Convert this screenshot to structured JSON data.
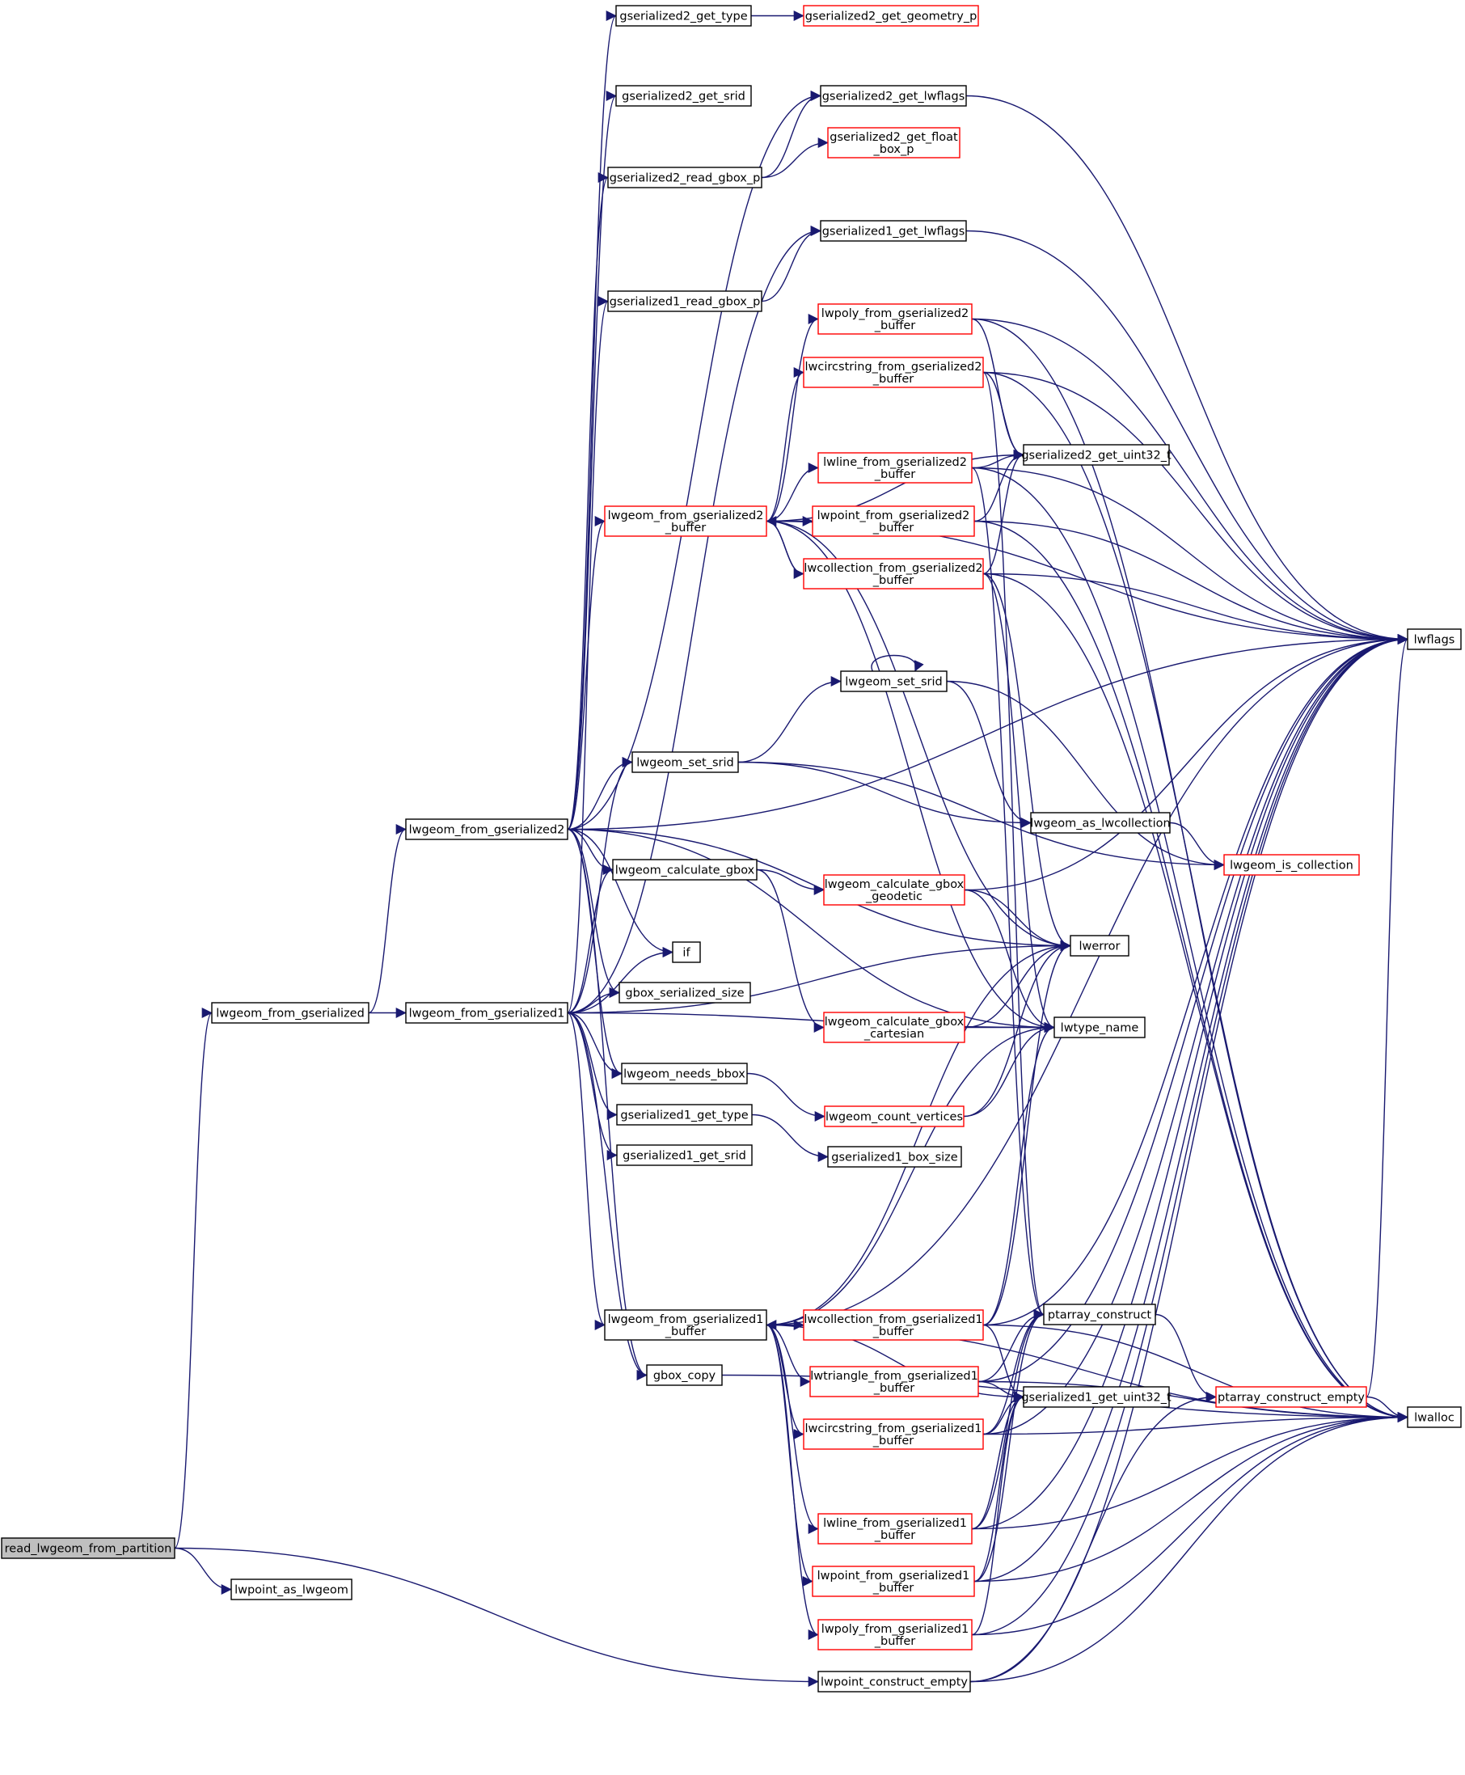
{
  "diagram": {
    "title": "",
    "colors": {
      "edge": "#191970",
      "node_border_plain": "#000000",
      "node_border_truncated": "#ff0000",
      "root_fill": "#bfbfbf",
      "node_fill": "#ffffff"
    },
    "nodes": [
      {
        "id": "read_lwgeom_from_partition",
        "lines": [
          "read_lwgeom_from_partition"
        ],
        "style": "root"
      },
      {
        "id": "lwgeom_from_gserialized",
        "lines": [
          "lwgeom_from_gserialized"
        ],
        "style": "plain"
      },
      {
        "id": "lwpoint_as_lwgeom",
        "lines": [
          "lwpoint_as_lwgeom"
        ],
        "style": "plain"
      },
      {
        "id": "lwpoint_construct_empty",
        "lines": [
          "lwpoint_construct_empty"
        ],
        "style": "plain"
      },
      {
        "id": "lwgeom_from_gserialized2",
        "lines": [
          "lwgeom_from_gserialized2"
        ],
        "style": "plain"
      },
      {
        "id": "lwgeom_from_gserialized1",
        "lines": [
          "lwgeom_from_gserialized1"
        ],
        "style": "plain"
      },
      {
        "id": "gserialized2_get_type",
        "lines": [
          "gserialized2_get_type"
        ],
        "style": "plain"
      },
      {
        "id": "gserialized2_get_srid",
        "lines": [
          "gserialized2_get_srid"
        ],
        "style": "plain"
      },
      {
        "id": "gserialized2_read_gbox_p",
        "lines": [
          "gserialized2_read_gbox_p"
        ],
        "style": "plain"
      },
      {
        "id": "gserialized1_read_gbox_p",
        "lines": [
          "gserialized1_read_gbox_p"
        ],
        "style": "plain"
      },
      {
        "id": "lwgeom_from_gserialized2_buffer",
        "lines": [
          "lwgeom_from_gserialized2",
          "_buffer"
        ],
        "style": "truncated"
      },
      {
        "id": "lwgeom_set_srid_a",
        "lines": [
          "lwgeom_set_srid"
        ],
        "style": "plain"
      },
      {
        "id": "lwgeom_calculate_gbox",
        "lines": [
          "lwgeom_calculate_gbox"
        ],
        "style": "plain"
      },
      {
        "id": "if",
        "lines": [
          "if"
        ],
        "style": "plain"
      },
      {
        "id": "gbox_serialized_size",
        "lines": [
          "gbox_serialized_size"
        ],
        "style": "plain"
      },
      {
        "id": "lwgeom_needs_bbox",
        "lines": [
          "lwgeom_needs_bbox"
        ],
        "style": "plain"
      },
      {
        "id": "gserialized1_get_type",
        "lines": [
          "gserialized1_get_type"
        ],
        "style": "plain"
      },
      {
        "id": "gserialized1_get_srid",
        "lines": [
          "gserialized1_get_srid"
        ],
        "style": "plain"
      },
      {
        "id": "lwgeom_from_gserialized1_buffer",
        "lines": [
          "lwgeom_from_gserialized1",
          "_buffer"
        ],
        "style": "plain"
      },
      {
        "id": "gbox_copy",
        "lines": [
          "gbox_copy"
        ],
        "style": "plain"
      },
      {
        "id": "gserialized2_get_geometry_p",
        "lines": [
          "gserialized2_get_geometry_p"
        ],
        "style": "truncated"
      },
      {
        "id": "gserialized2_get_lwflags",
        "lines": [
          "gserialized2_get_lwflags"
        ],
        "style": "plain"
      },
      {
        "id": "gserialized2_get_float_box_p",
        "lines": [
          "gserialized2_get_float",
          "_box_p"
        ],
        "style": "truncated"
      },
      {
        "id": "gserialized1_get_lwflags",
        "lines": [
          "gserialized1_get_lwflags"
        ],
        "style": "plain"
      },
      {
        "id": "lwpoly_from_gserialized2_buffer",
        "lines": [
          "lwpoly_from_gserialized2",
          "_buffer"
        ],
        "style": "truncated"
      },
      {
        "id": "lwcircstring_from_gserialized2_buffer",
        "lines": [
          "lwcircstring_from_gserialized2",
          "_buffer"
        ],
        "style": "truncated"
      },
      {
        "id": "lwline_from_gserialized2_buffer",
        "lines": [
          "lwline_from_gserialized2",
          "_buffer"
        ],
        "style": "truncated"
      },
      {
        "id": "lwpoint_from_gserialized2_buffer",
        "lines": [
          "lwpoint_from_gserialized2",
          "_buffer"
        ],
        "style": "truncated"
      },
      {
        "id": "lwcollection_from_gserialized2_buffer",
        "lines": [
          "lwcollection_from_gserialized2",
          "_buffer"
        ],
        "style": "truncated"
      },
      {
        "id": "lwgeom_set_srid_b",
        "lines": [
          "lwgeom_set_srid"
        ],
        "style": "plain"
      },
      {
        "id": "lwgeom_calculate_gbox_geodetic",
        "lines": [
          "lwgeom_calculate_gbox",
          "_geodetic"
        ],
        "style": "truncated"
      },
      {
        "id": "lwgeom_calculate_gbox_cartesian",
        "lines": [
          "lwgeom_calculate_gbox",
          "_cartesian"
        ],
        "style": "truncated"
      },
      {
        "id": "lwgeom_count_vertices",
        "lines": [
          "lwgeom_count_vertices"
        ],
        "style": "truncated"
      },
      {
        "id": "gserialized1_box_size",
        "lines": [
          "gserialized1_box_size"
        ],
        "style": "plain"
      },
      {
        "id": "lwcollection_from_gserialized1_buffer",
        "lines": [
          "lwcollection_from_gserialized1",
          "_buffer"
        ],
        "style": "truncated"
      },
      {
        "id": "lwtriangle_from_gserialized1_buffer",
        "lines": [
          "lwtriangle_from_gserialized1",
          "_buffer"
        ],
        "style": "truncated"
      },
      {
        "id": "lwcircstring_from_gserialized1_buffer",
        "lines": [
          "lwcircstring_from_gserialized1",
          "_buffer"
        ],
        "style": "truncated"
      },
      {
        "id": "lwline_from_gserialized1_buffer",
        "lines": [
          "lwline_from_gserialized1",
          "_buffer"
        ],
        "style": "truncated"
      },
      {
        "id": "lwpoint_from_gserialized1_buffer",
        "lines": [
          "lwpoint_from_gserialized1",
          "_buffer"
        ],
        "style": "truncated"
      },
      {
        "id": "lwpoly_from_gserialized1_buffer",
        "lines": [
          "lwpoly_from_gserialized1",
          "_buffer"
        ],
        "style": "truncated"
      },
      {
        "id": "gserialized2_get_uint32_t",
        "lines": [
          "gserialized2_get_uint32_t"
        ],
        "style": "plain"
      },
      {
        "id": "lwgeom_as_lwcollection",
        "lines": [
          "lwgeom_as_lwcollection"
        ],
        "style": "plain"
      },
      {
        "id": "lwerror",
        "lines": [
          "lwerror"
        ],
        "style": "plain"
      },
      {
        "id": "lwtype_name",
        "lines": [
          "lwtype_name"
        ],
        "style": "plain"
      },
      {
        "id": "ptarray_construct",
        "lines": [
          "ptarray_construct"
        ],
        "style": "plain"
      },
      {
        "id": "gserialized1_get_uint32_t",
        "lines": [
          "gserialized1_get_uint32_t"
        ],
        "style": "plain"
      },
      {
        "id": "lwflags",
        "lines": [
          "lwflags"
        ],
        "style": "plain"
      },
      {
        "id": "lwgeom_is_collection",
        "lines": [
          "lwgeom_is_collection"
        ],
        "style": "truncated"
      },
      {
        "id": "ptarray_construct_empty",
        "lines": [
          "ptarray_construct_empty"
        ],
        "style": "truncated"
      },
      {
        "id": "lwalloc",
        "lines": [
          "lwalloc"
        ],
        "style": "plain"
      }
    ],
    "edges": [
      [
        "read_lwgeom_from_partition",
        "lwgeom_from_gserialized"
      ],
      [
        "read_lwgeom_from_partition",
        "lwpoint_as_lwgeom"
      ],
      [
        "read_lwgeom_from_partition",
        "lwpoint_construct_empty"
      ],
      [
        "lwgeom_from_gserialized",
        "lwgeom_from_gserialized2"
      ],
      [
        "lwgeom_from_gserialized",
        "lwgeom_from_gserialized1"
      ],
      [
        "lwgeom_from_gserialized2",
        "gserialized2_get_type"
      ],
      [
        "lwgeom_from_gserialized2",
        "gserialized2_get_srid"
      ],
      [
        "lwgeom_from_gserialized2",
        "gserialized2_get_lwflags"
      ],
      [
        "lwgeom_from_gserialized2",
        "gserialized2_read_gbox_p"
      ],
      [
        "lwgeom_from_gserialized2",
        "lwflags"
      ],
      [
        "lwgeom_from_gserialized2",
        "lwgeom_from_gserialized2_buffer"
      ],
      [
        "lwgeom_from_gserialized2",
        "lwgeom_set_srid_a"
      ],
      [
        "lwgeom_from_gserialized2",
        "lwerror"
      ],
      [
        "lwgeom_from_gserialized2",
        "lwgeom_calculate_gbox"
      ],
      [
        "lwgeom_from_gserialized2",
        "if"
      ],
      [
        "lwgeom_from_gserialized2",
        "gbox_serialized_size"
      ],
      [
        "lwgeom_from_gserialized2",
        "lwgeom_needs_bbox"
      ],
      [
        "lwgeom_from_gserialized2",
        "lwtype_name"
      ],
      [
        "lwgeom_from_gserialized2",
        "gbox_copy"
      ],
      [
        "lwgeom_from_gserialized1",
        "gserialized1_get_lwflags"
      ],
      [
        "lwgeom_from_gserialized1",
        "gserialized1_read_gbox_p"
      ],
      [
        "lwgeom_from_gserialized1",
        "lwgeom_set_srid_a"
      ],
      [
        "lwgeom_from_gserialized1",
        "lwgeom_calculate_gbox"
      ],
      [
        "lwgeom_from_gserialized1",
        "if"
      ],
      [
        "lwgeom_from_gserialized1",
        "gbox_serialized_size"
      ],
      [
        "lwgeom_from_gserialized1",
        "lwgeom_needs_bbox"
      ],
      [
        "lwgeom_from_gserialized1",
        "gserialized1_get_type"
      ],
      [
        "lwgeom_from_gserialized1",
        "gserialized1_get_srid"
      ],
      [
        "lwgeom_from_gserialized1",
        "lwgeom_from_gserialized1_buffer"
      ],
      [
        "lwgeom_from_gserialized1",
        "gbox_copy"
      ],
      [
        "lwgeom_from_gserialized1",
        "lwerror"
      ],
      [
        "lwgeom_from_gserialized1",
        "lwtype_name"
      ],
      [
        "gserialized2_get_type",
        "gserialized2_get_geometry_p"
      ],
      [
        "gserialized2_read_gbox_p",
        "gserialized2_get_lwflags"
      ],
      [
        "gserialized2_read_gbox_p",
        "gserialized2_get_float_box_p"
      ],
      [
        "gserialized1_read_gbox_p",
        "gserialized1_get_lwflags"
      ],
      [
        "gserialized2_get_lwflags",
        "lwflags"
      ],
      [
        "gserialized1_get_lwflags",
        "lwflags"
      ],
      [
        "lwgeom_from_gserialized2_buffer",
        "lwpoly_from_gserialized2_buffer"
      ],
      [
        "lwgeom_from_gserialized2_buffer",
        "lwcircstring_from_gserialized2_buffer"
      ],
      [
        "lwgeom_from_gserialized2_buffer",
        "lwline_from_gserialized2_buffer"
      ],
      [
        "lwgeom_from_gserialized2_buffer",
        "lwpoint_from_gserialized2_buffer"
      ],
      [
        "lwgeom_from_gserialized2_buffer",
        "lwcollection_from_gserialized2_buffer"
      ],
      [
        "lwgeom_from_gserialized2_buffer",
        "gserialized2_get_uint32_t"
      ],
      [
        "lwgeom_from_gserialized2_buffer",
        "lwflags"
      ],
      [
        "lwgeom_from_gserialized2_buffer",
        "lwerror"
      ],
      [
        "lwgeom_from_gserialized2_buffer",
        "lwtype_name"
      ],
      [
        "lwpoly_from_gserialized2_buffer",
        "gserialized2_get_uint32_t"
      ],
      [
        "lwpoly_from_gserialized2_buffer",
        "lwflags"
      ],
      [
        "lwpoly_from_gserialized2_buffer",
        "lwalloc"
      ],
      [
        "lwcircstring_from_gserialized2_buffer",
        "gserialized2_get_uint32_t"
      ],
      [
        "lwcircstring_from_gserialized2_buffer",
        "lwflags"
      ],
      [
        "lwcircstring_from_gserialized2_buffer",
        "ptarray_construct"
      ],
      [
        "lwcircstring_from_gserialized2_buffer",
        "lwalloc"
      ],
      [
        "lwline_from_gserialized2_buffer",
        "gserialized2_get_uint32_t"
      ],
      [
        "lwline_from_gserialized2_buffer",
        "lwflags"
      ],
      [
        "lwline_from_gserialized2_buffer",
        "ptarray_construct"
      ],
      [
        "lwline_from_gserialized2_buffer",
        "lwalloc"
      ],
      [
        "lwpoint_from_gserialized2_buffer",
        "gserialized2_get_uint32_t"
      ],
      [
        "lwpoint_from_gserialized2_buffer",
        "lwflags"
      ],
      [
        "lwpoint_from_gserialized2_buffer",
        "lwalloc"
      ],
      [
        "lwcollection_from_gserialized2_buffer",
        "lwgeom_from_gserialized2_buffer"
      ],
      [
        "lwcollection_from_gserialized2_buffer",
        "gserialized2_get_uint32_t"
      ],
      [
        "lwcollection_from_gserialized2_buffer",
        "lwflags"
      ],
      [
        "lwcollection_from_gserialized2_buffer",
        "lwerror"
      ],
      [
        "lwcollection_from_gserialized2_buffer",
        "lwtype_name"
      ],
      [
        "lwcollection_from_gserialized2_buffer",
        "lwalloc"
      ],
      [
        "lwgeom_set_srid_a",
        "lwgeom_set_srid_b"
      ],
      [
        "lwgeom_set_srid_a",
        "lwgeom_as_lwcollection"
      ],
      [
        "lwgeom_set_srid_a",
        "lwgeom_is_collection"
      ],
      [
        "lwgeom_set_srid_b",
        "lwgeom_set_srid_b"
      ],
      [
        "lwgeom_set_srid_b",
        "lwgeom_as_lwcollection"
      ],
      [
        "lwgeom_set_srid_b",
        "lwgeom_is_collection"
      ],
      [
        "lwgeom_as_lwcollection",
        "lwgeom_is_collection"
      ],
      [
        "lwgeom_calculate_gbox",
        "lwgeom_calculate_gbox_geodetic"
      ],
      [
        "lwgeom_calculate_gbox",
        "lwgeom_calculate_gbox_cartesian"
      ],
      [
        "lwgeom_calculate_gbox_geodetic",
        "lwerror"
      ],
      [
        "lwgeom_calculate_gbox_geodetic",
        "lwtype_name"
      ],
      [
        "lwgeom_calculate_gbox_geodetic",
        "lwflags"
      ],
      [
        "lwgeom_calculate_gbox_cartesian",
        "lwerror"
      ],
      [
        "lwgeom_calculate_gbox_cartesian",
        "lwtype_name"
      ],
      [
        "lwgeom_needs_bbox",
        "lwgeom_count_vertices"
      ],
      [
        "lwgeom_count_vertices",
        "lwerror"
      ],
      [
        "lwgeom_count_vertices",
        "lwtype_name"
      ],
      [
        "gserialized1_get_type",
        "gserialized1_box_size"
      ],
      [
        "lwgeom_from_gserialized1_buffer",
        "lwcollection_from_gserialized1_buffer"
      ],
      [
        "lwgeom_from_gserialized1_buffer",
        "lwtriangle_from_gserialized1_buffer"
      ],
      [
        "lwgeom_from_gserialized1_buffer",
        "lwcircstring_from_gserialized1_buffer"
      ],
      [
        "lwgeom_from_gserialized1_buffer",
        "lwline_from_gserialized1_buffer"
      ],
      [
        "lwgeom_from_gserialized1_buffer",
        "lwpoint_from_gserialized1_buffer"
      ],
      [
        "lwgeom_from_gserialized1_buffer",
        "lwpoly_from_gserialized1_buffer"
      ],
      [
        "lwgeom_from_gserialized1_buffer",
        "lwflags"
      ],
      [
        "lwgeom_from_gserialized1_buffer",
        "lwerror"
      ],
      [
        "lwgeom_from_gserialized1_buffer",
        "lwtype_name"
      ],
      [
        "lwgeom_from_gserialized1_buffer",
        "gserialized1_get_uint32_t"
      ],
      [
        "lwgeom_from_gserialized1_buffer",
        "lwalloc"
      ],
      [
        "lwcollection_from_gserialized1_buffer",
        "lwgeom_from_gserialized1_buffer"
      ],
      [
        "lwcollection_from_gserialized1_buffer",
        "gserialized1_get_uint32_t"
      ],
      [
        "lwcollection_from_gserialized1_buffer",
        "lwflags"
      ],
      [
        "lwcollection_from_gserialized1_buffer",
        "lwerror"
      ],
      [
        "lwcollection_from_gserialized1_buffer",
        "lwtype_name"
      ],
      [
        "lwcollection_from_gserialized1_buffer",
        "lwalloc"
      ],
      [
        "lwtriangle_from_gserialized1_buffer",
        "gserialized1_get_uint32_t"
      ],
      [
        "lwtriangle_from_gserialized1_buffer",
        "ptarray_construct"
      ],
      [
        "lwtriangle_from_gserialized1_buffer",
        "lwflags"
      ],
      [
        "lwtriangle_from_gserialized1_buffer",
        "lwalloc"
      ],
      [
        "lwcircstring_from_gserialized1_buffer",
        "gserialized1_get_uint32_t"
      ],
      [
        "lwcircstring_from_gserialized1_buffer",
        "ptarray_construct"
      ],
      [
        "lwcircstring_from_gserialized1_buffer",
        "lwflags"
      ],
      [
        "lwcircstring_from_gserialized1_buffer",
        "lwalloc"
      ],
      [
        "lwline_from_gserialized1_buffer",
        "gserialized1_get_uint32_t"
      ],
      [
        "lwline_from_gserialized1_buffer",
        "ptarray_construct"
      ],
      [
        "lwline_from_gserialized1_buffer",
        "lwflags"
      ],
      [
        "lwline_from_gserialized1_buffer",
        "lwalloc"
      ],
      [
        "lwpoint_from_gserialized1_buffer",
        "gserialized1_get_uint32_t"
      ],
      [
        "lwpoint_from_gserialized1_buffer",
        "ptarray_construct"
      ],
      [
        "lwpoint_from_gserialized1_buffer",
        "lwflags"
      ],
      [
        "lwpoint_from_gserialized1_buffer",
        "lwalloc"
      ],
      [
        "lwpoly_from_gserialized1_buffer",
        "gserialized1_get_uint32_t"
      ],
      [
        "lwpoly_from_gserialized1_buffer",
        "lwflags"
      ],
      [
        "lwpoly_from_gserialized1_buffer",
        "lwalloc"
      ],
      [
        "ptarray_construct",
        "ptarray_construct_empty"
      ],
      [
        "ptarray_construct_empty",
        "lwflags"
      ],
      [
        "ptarray_construct_empty",
        "lwalloc"
      ],
      [
        "lwpoint_construct_empty",
        "ptarray_construct_empty"
      ],
      [
        "lwpoint_construct_empty",
        "lwflags"
      ],
      [
        "lwpoint_construct_empty",
        "lwalloc"
      ],
      [
        "gbox_copy",
        "lwalloc"
      ]
    ]
  }
}
